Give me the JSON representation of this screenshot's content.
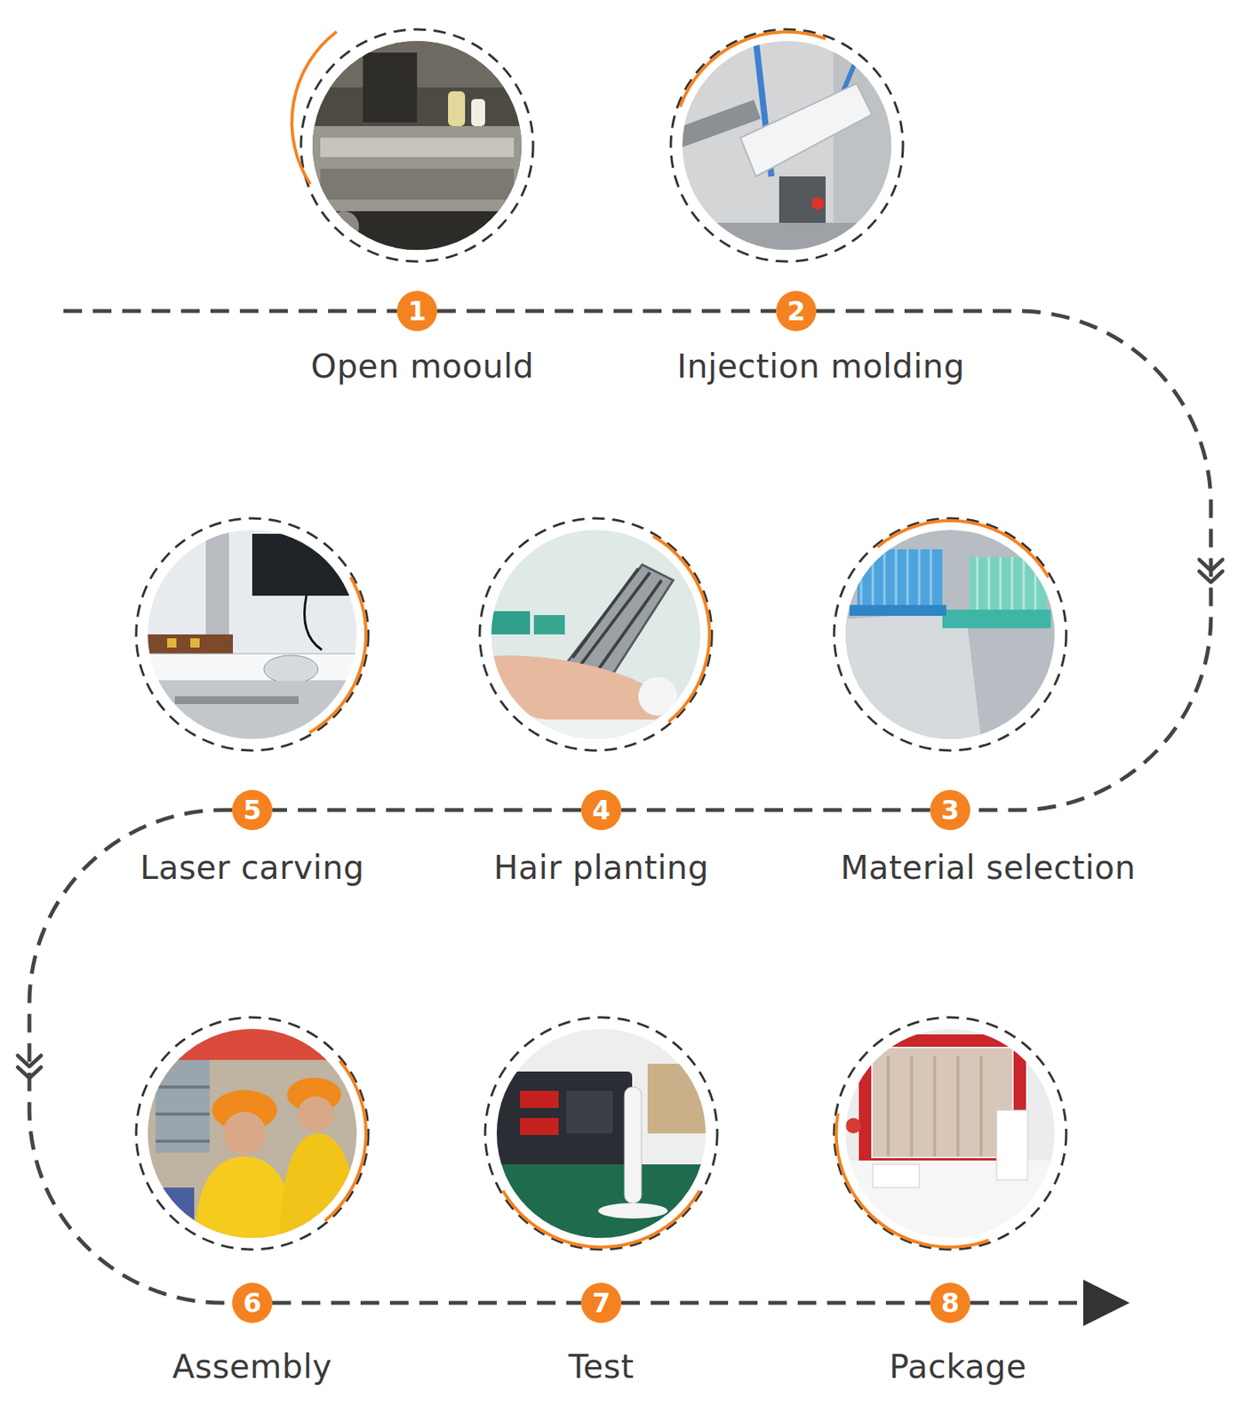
{
  "diagram": {
    "nodes": [
      {
        "text": [
          "1",
          "Open moould"
        ]
      },
      {
        "text": [
          "2",
          "Injection molding"
        ]
      },
      {
        "text": [
          "3",
          "Material selection"
        ]
      },
      {
        "text": [
          "4",
          "Hair planting"
        ]
      },
      {
        "text": [
          "5",
          "Laser carving"
        ]
      },
      {
        "text": [
          "6",
          "Assembly"
        ]
      },
      {
        "text": [
          "7",
          "Test"
        ]
      },
      {
        "text": [
          "8",
          "Package"
        ]
      }
    ],
    "edges": [
      {
        "from": 0,
        "to": 1,
        "arrow": "none"
      },
      {
        "from": 1,
        "to": 2,
        "arrow": "to"
      },
      {
        "from": 2,
        "to": 3,
        "arrow": "none"
      },
      {
        "from": 3,
        "to": 4,
        "arrow": "none"
      },
      {
        "from": 4,
        "to": 5,
        "arrow": "to"
      },
      {
        "from": 5,
        "to": 6,
        "arrow": "none"
      },
      {
        "from": 6,
        "to": 7,
        "arrow": "none"
      }
    ]
  }
}
